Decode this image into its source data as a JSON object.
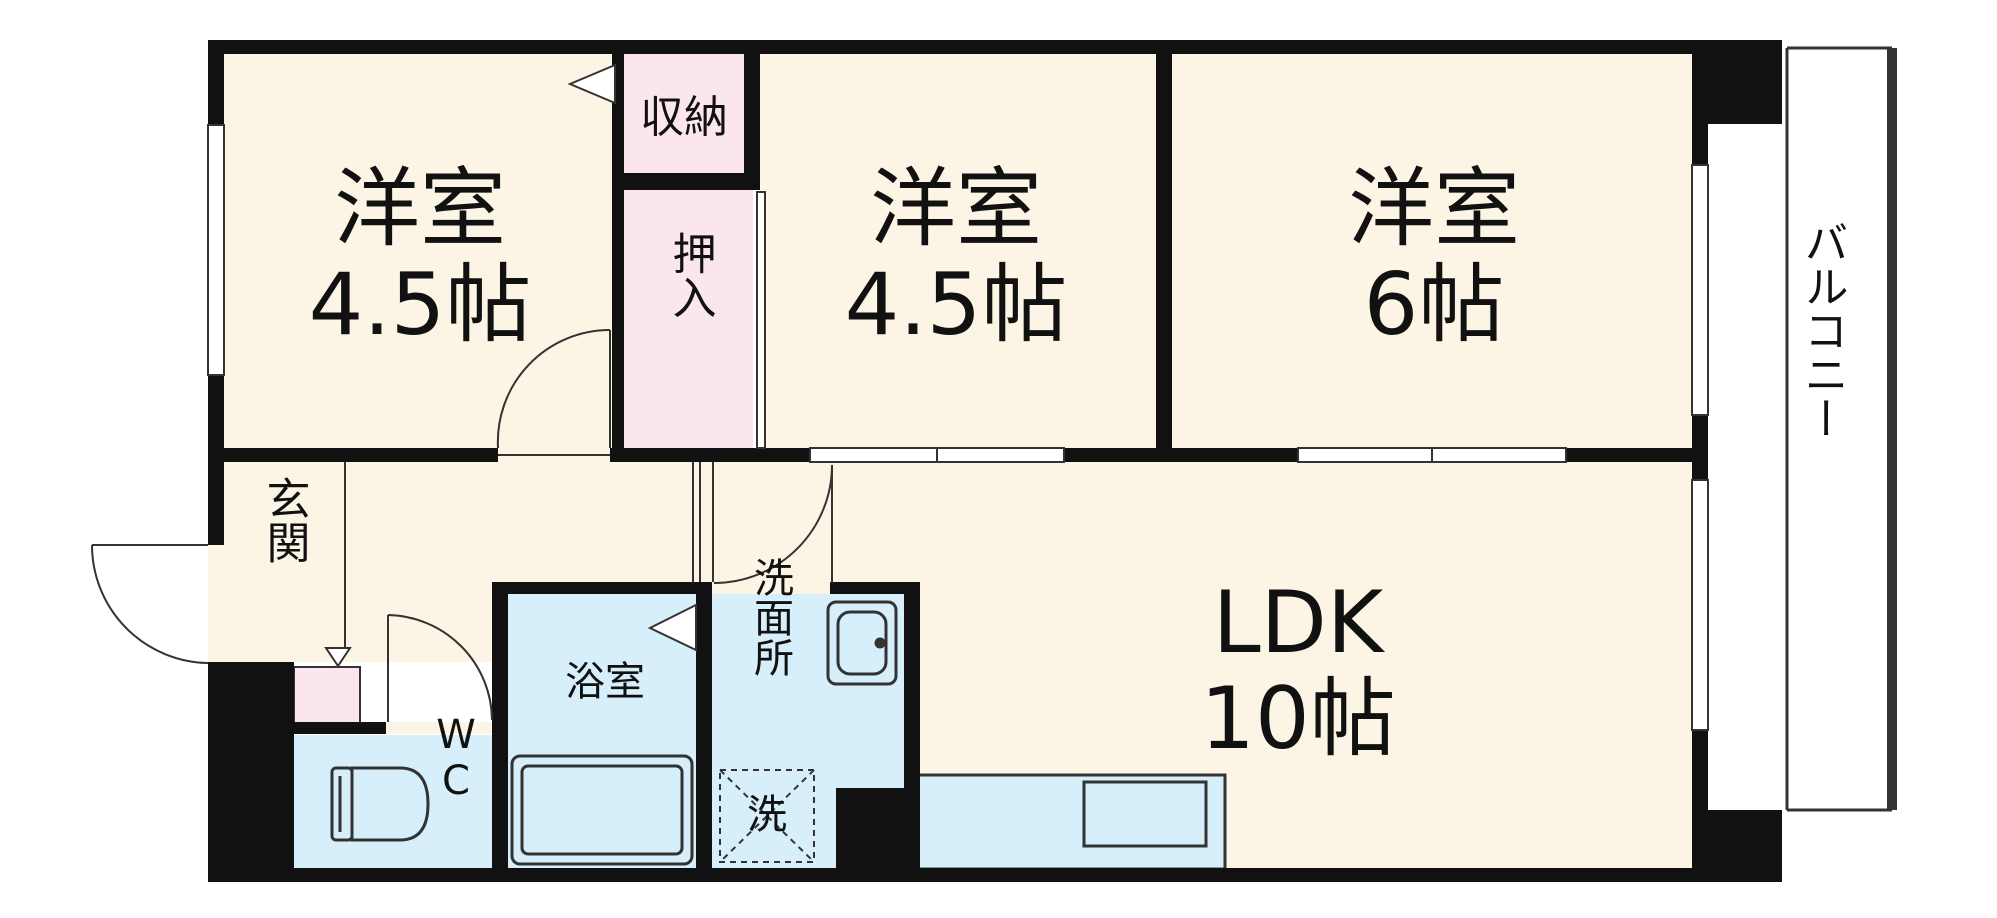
{
  "colors": {
    "room_cream": "#fcf5e5",
    "wet_blue": "#d6effb",
    "storage_pink": "#fbe6f0",
    "wall": "#111111",
    "window": "#ffffff"
  },
  "rooms": {
    "western_1": {
      "name": "洋室",
      "size": "4.5帖"
    },
    "western_2": {
      "name": "洋室",
      "size": "4.5帖"
    },
    "western_3": {
      "name": "洋室",
      "size": "6帖"
    },
    "ldk": {
      "name": "LDK",
      "size": "10帖"
    },
    "storage": "収納",
    "closet": "押入",
    "entrance": "玄関",
    "bath": "浴室",
    "washroom": "洗面所",
    "washer": "洗",
    "toilet": "WC",
    "balcony": "バルコニー"
  },
  "icons": [
    "door-swing-icon",
    "window-icon",
    "toilet-icon",
    "bathtub-icon",
    "sink-icon",
    "kitchen-counter-icon",
    "washer-pan-icon"
  ]
}
